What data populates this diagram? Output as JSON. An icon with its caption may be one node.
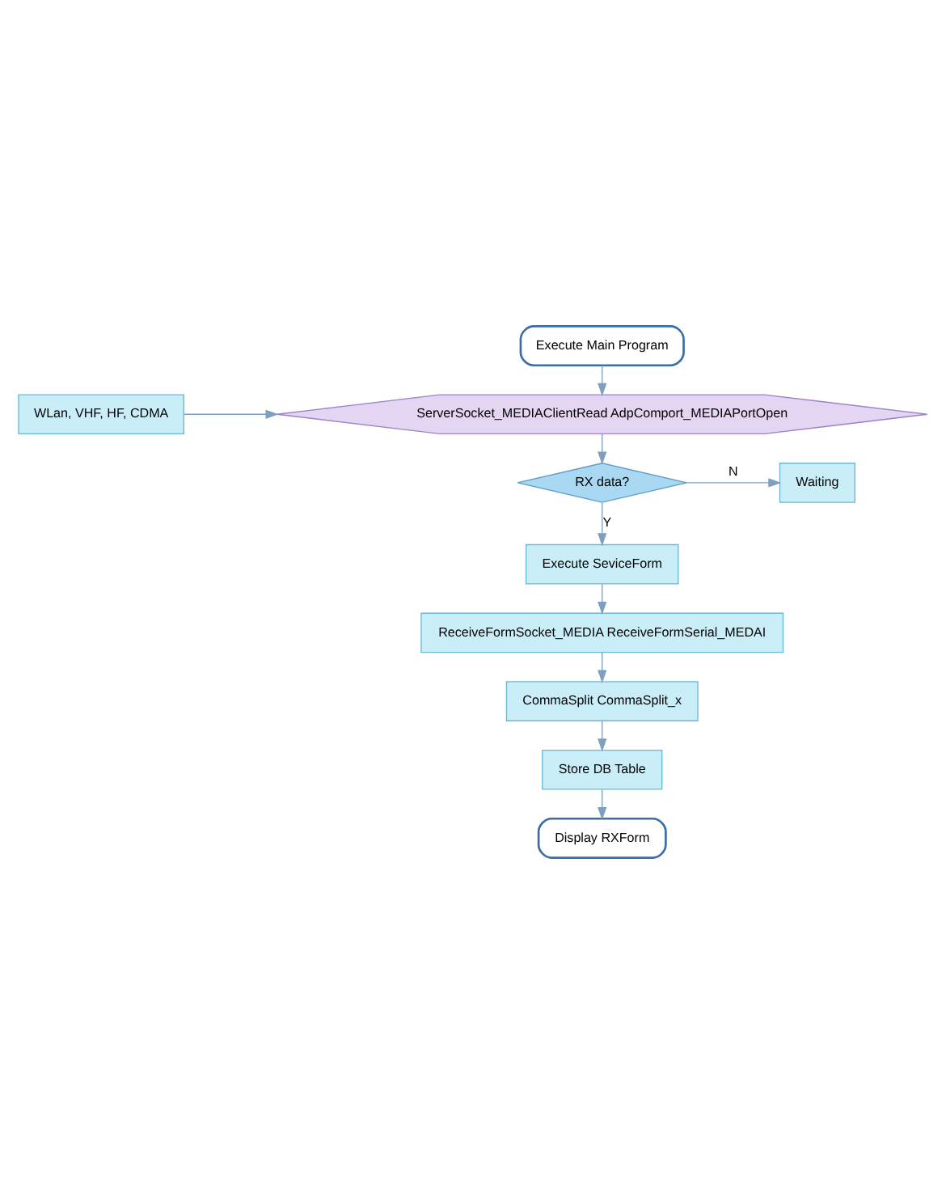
{
  "diagram": {
    "nodes": [
      {
        "text": [
          "Execute Main Program"
        ]
      },
      {
        "text": [
          "ServerSocket_MEDIAClientRead AdpComport_MEDIAPortOpen"
        ]
      },
      {
        "text": [
          "WLan, VHF, HF, CDMA"
        ]
      },
      {
        "text": [
          "RX data?"
        ]
      },
      {
        "text": [
          "Waiting"
        ]
      },
      {
        "text": [
          "Execute SeviceForm"
        ]
      },
      {
        "text": [
          "ReceiveFormSocket_MEDIA ReceiveFormSerial_MEDAI"
        ]
      },
      {
        "text": [
          "CommaSplit CommaSplit_x"
        ]
      },
      {
        "text": [
          "Store DB Table"
        ]
      },
      {
        "text": [
          "Display RXForm"
        ]
      }
    ],
    "edges": [
      {
        "from": 0,
        "to": 1,
        "arrow": "to"
      },
      {
        "from": 2,
        "to": 1,
        "arrow": "to"
      },
      {
        "from": 1,
        "to": 3,
        "arrow": "to"
      },
      {
        "from": 3,
        "to": 4,
        "label": "N",
        "arrow": "to"
      },
      {
        "from": 3,
        "to": 5,
        "label": "Y",
        "arrow": "to"
      },
      {
        "from": 5,
        "to": 6,
        "arrow": "to"
      },
      {
        "from": 6,
        "to": 7,
        "arrow": "to"
      },
      {
        "from": 7,
        "to": 8,
        "arrow": "to"
      },
      {
        "from": 8,
        "to": 9,
        "arrow": "to"
      }
    ]
  }
}
